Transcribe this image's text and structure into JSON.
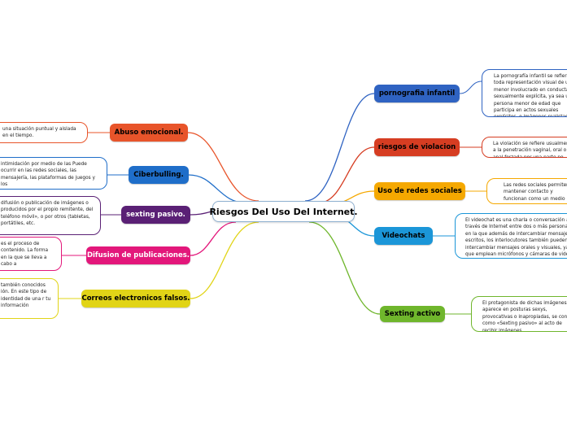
{
  "central": {
    "label": "Riesgos Del Uso Del Internet."
  },
  "branches": [
    {
      "id": "pornografia",
      "label": "pornografia infantil",
      "color": "#2f63c2",
      "text": "La pornografía infantil se refiere a toda representación visual de un menor involucrado en conducta sexualmente explícita, ya sea una persona menor de edad que participa en actos sexuales explícitos, o imágenes realistas de un menor que mantiene una conducta sexualmente explícita."
    },
    {
      "id": "violacion",
      "label": "riesgos de violacion",
      "color": "#d63d22",
      "text": "La violación se refiere usualmente a la penetración vaginal, oral o anal forzada por una parte no deseada."
    },
    {
      "id": "redes",
      "label": "Uso de redes sociales",
      "color": "#f5a800",
      "text": "Las redes sociales permiten mantener contacto y funcionan como un medio para transmitir mucha información."
    },
    {
      "id": "videochats",
      "label": "Videochats",
      "color": "#1b96d8",
      "text": "El videochat es una charla o conversación a través de Internet entre dos o más personas, en la que además de intercambiar mensajes escritos, los interlocutores también pueden intercambiar mensajes orales y visuales, ya que emplean micrófonos y cámaras de video."
    },
    {
      "id": "sexting-activo",
      "label": "Sexting activo",
      "color": "#6fb62c",
      "text": "El protagonista de dichas imágenes aparece en posturas sexys, provocativas o inapropiadas, se conoce como «Sexting pasivo» al acto de recibir imágenes."
    },
    {
      "id": "abuso",
      "label": "Abuso emocional.",
      "color": "#e8542a",
      "text": "una situación puntual y aislada en el tiempo."
    },
    {
      "id": "ciberbulling",
      "label": "Ciberbulling.",
      "color": "#1f6ec9",
      "text": "intimidación por medio de las Puede ocurrir en las redes sociales, las mensajería, las plataformas de juegos y los"
    },
    {
      "id": "sexting-pasivo",
      "label": "sexting pasivo.",
      "color": "#5a2075",
      "text": "difusión o publicación de imágenes o producidos por el propio remitente, del teléfono móvil», o por otros (tabletas, portátiles, etc."
    },
    {
      "id": "difusion",
      "label": "Difusion de publicaciones.",
      "color": "#e3177b",
      "text": "es el proceso de contenido. La forma en la que se lleva a cabo a"
    },
    {
      "id": "correos",
      "label": "Correos electronicos falsos.",
      "color": "#e1d417",
      "text": "también conocidos ión. En este tipo de identidad de una r tu información"
    }
  ]
}
